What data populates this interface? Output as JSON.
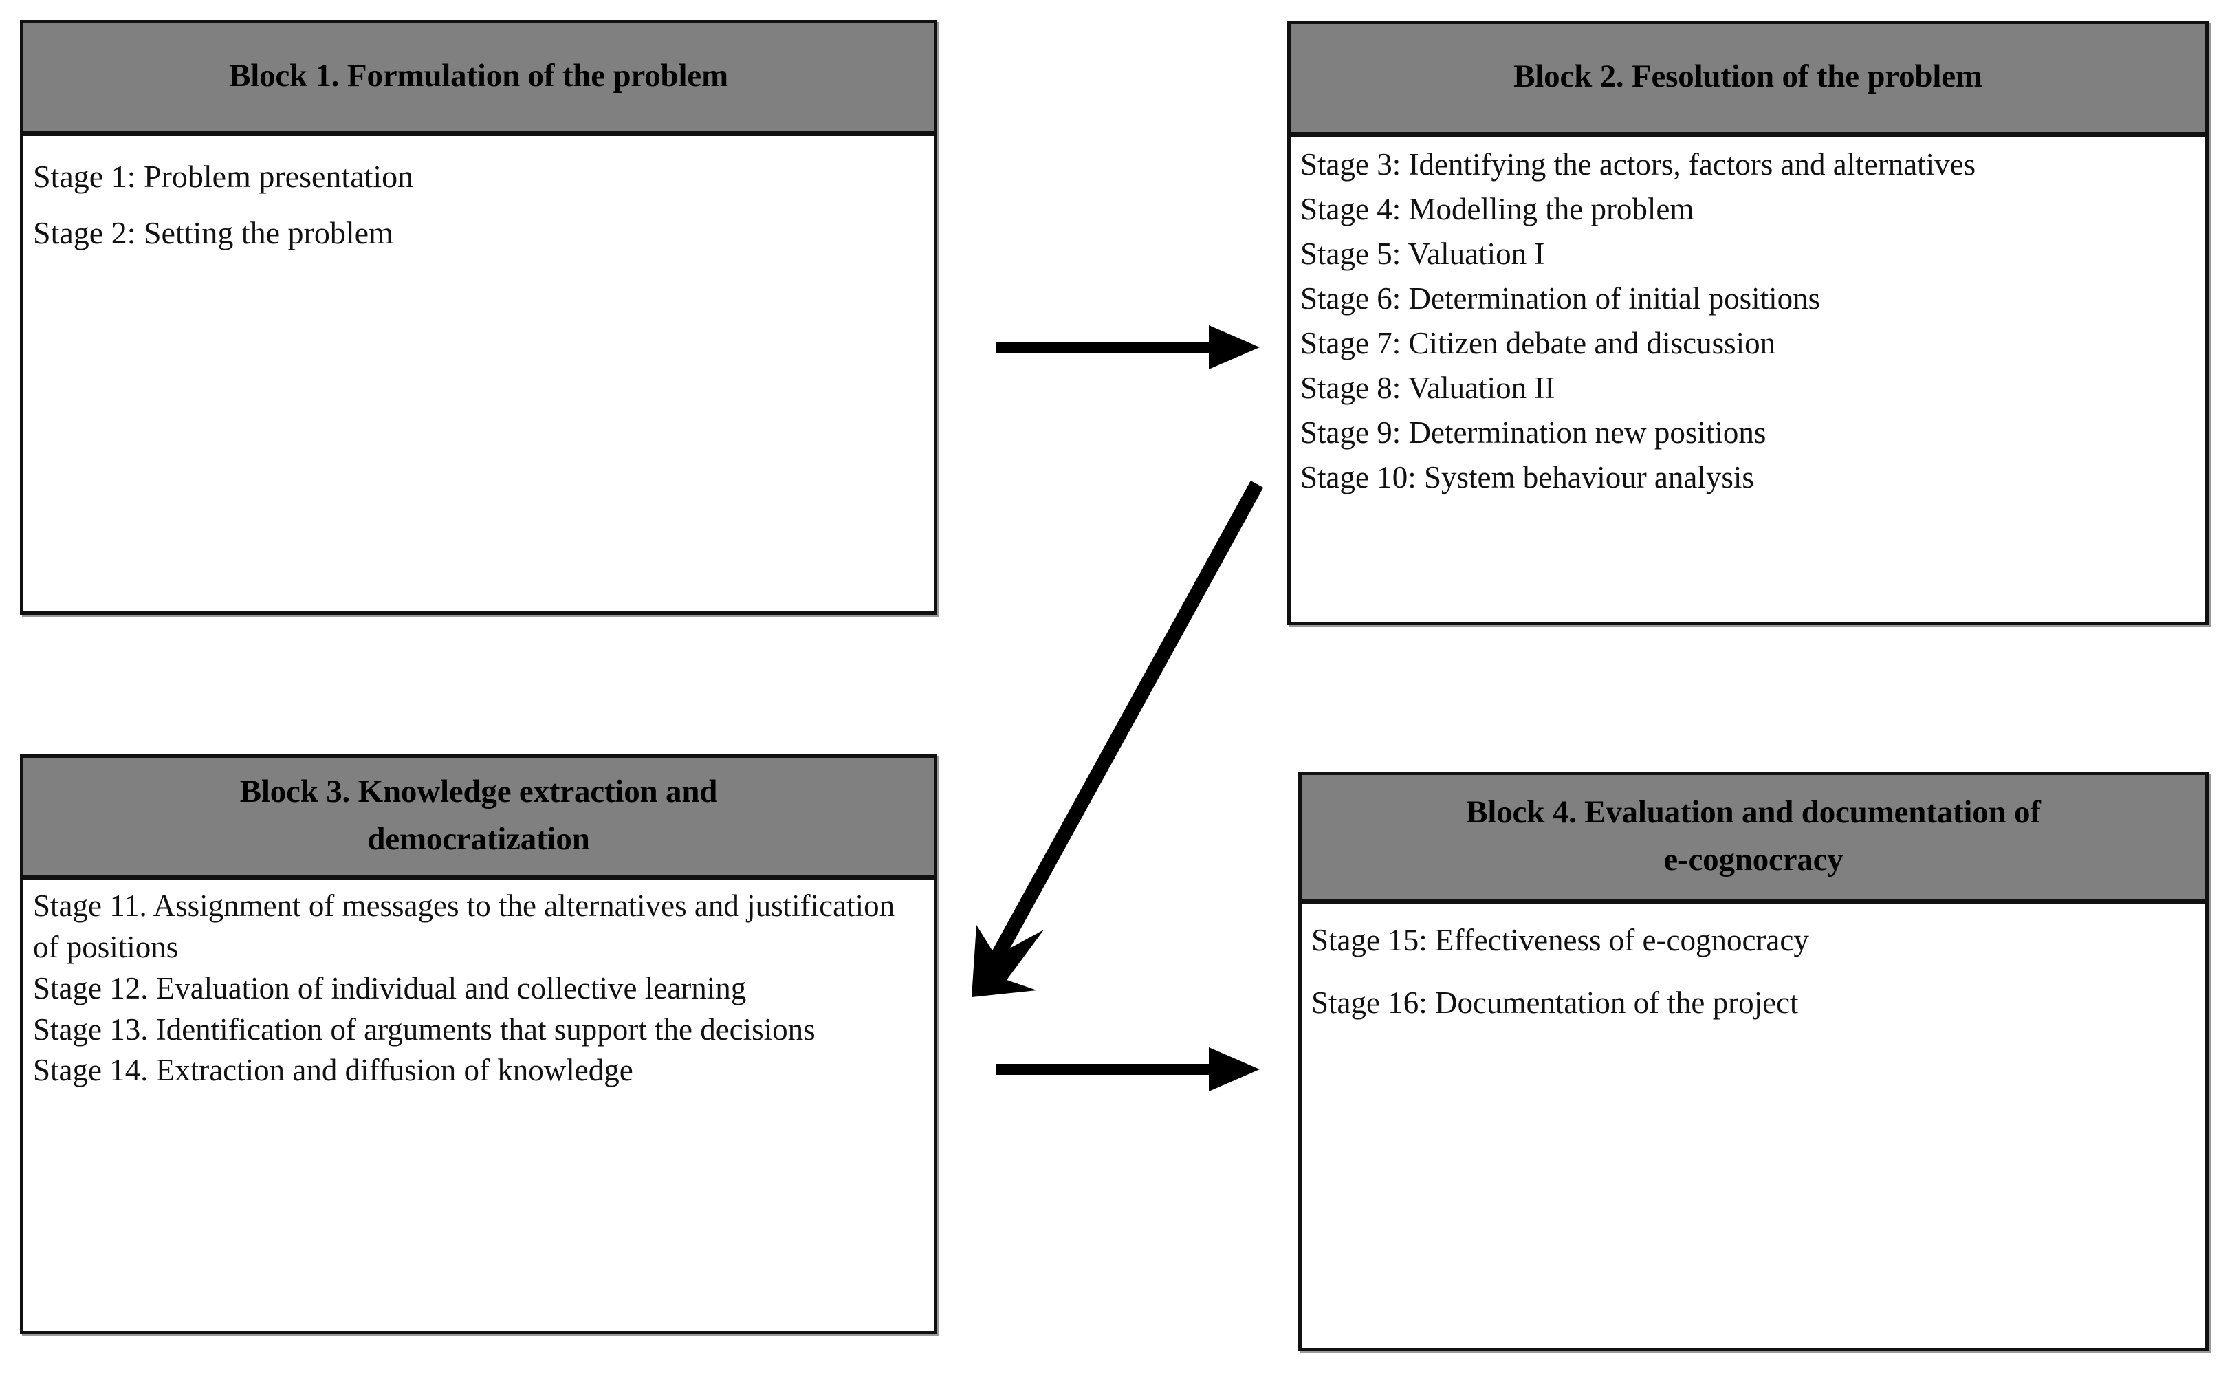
{
  "palette": {
    "header_fill": "#808080",
    "border": "#111111",
    "page_background": "#ffffff",
    "text": "#111111",
    "arrow": "#000000"
  },
  "blocks": [
    {
      "id": "block-1",
      "title_lines": [
        "Block 1. Formulation of the problem"
      ],
      "stages": [
        "Stage 1: Problem presentation",
        "Stage 2: Setting the problem"
      ]
    },
    {
      "id": "block-2",
      "title_lines": [
        "Block 2. Fesolution of the problem"
      ],
      "stages": [
        "Stage 3: Identifying the actors, factors and alternatives",
        "Stage 4: Modelling the problem",
        "Stage 5: Valuation I",
        "Stage 6: Determination of initial positions",
        "Stage 7: Citizen debate and discussion",
        "Stage 8: Valuation II",
        "Stage 9: Determination new positions",
        "Stage 10: System behaviour analysis"
      ]
    },
    {
      "id": "block-3",
      "title_lines": [
        "Block 3. Knowledge extraction and",
        "democratization"
      ],
      "stages": [
        "Stage 11. Assignment of messages to the alternatives and justification of positions",
        "Stage 12. Evaluation of individual and collective learning",
        "Stage 13. Identification of arguments that support the decisions",
        "Stage 14. Extraction and diffusion of knowledge"
      ]
    },
    {
      "id": "block-4",
      "title_lines": [
        "Block 4. Evaluation and documentation of",
        "e-cognocracy"
      ],
      "stages": [
        "Stage 15: Effectiveness of e-cognocracy",
        "Stage 16: Documentation of the project"
      ]
    }
  ],
  "arrows": [
    {
      "id": "arrow-1-2",
      "from": "block-1",
      "to": "block-2",
      "direction": "right"
    },
    {
      "id": "arrow-2-3",
      "from": "block-2",
      "to": "block-3",
      "direction": "down-left"
    },
    {
      "id": "arrow-3-4",
      "from": "block-3",
      "to": "block-4",
      "direction": "right"
    }
  ]
}
